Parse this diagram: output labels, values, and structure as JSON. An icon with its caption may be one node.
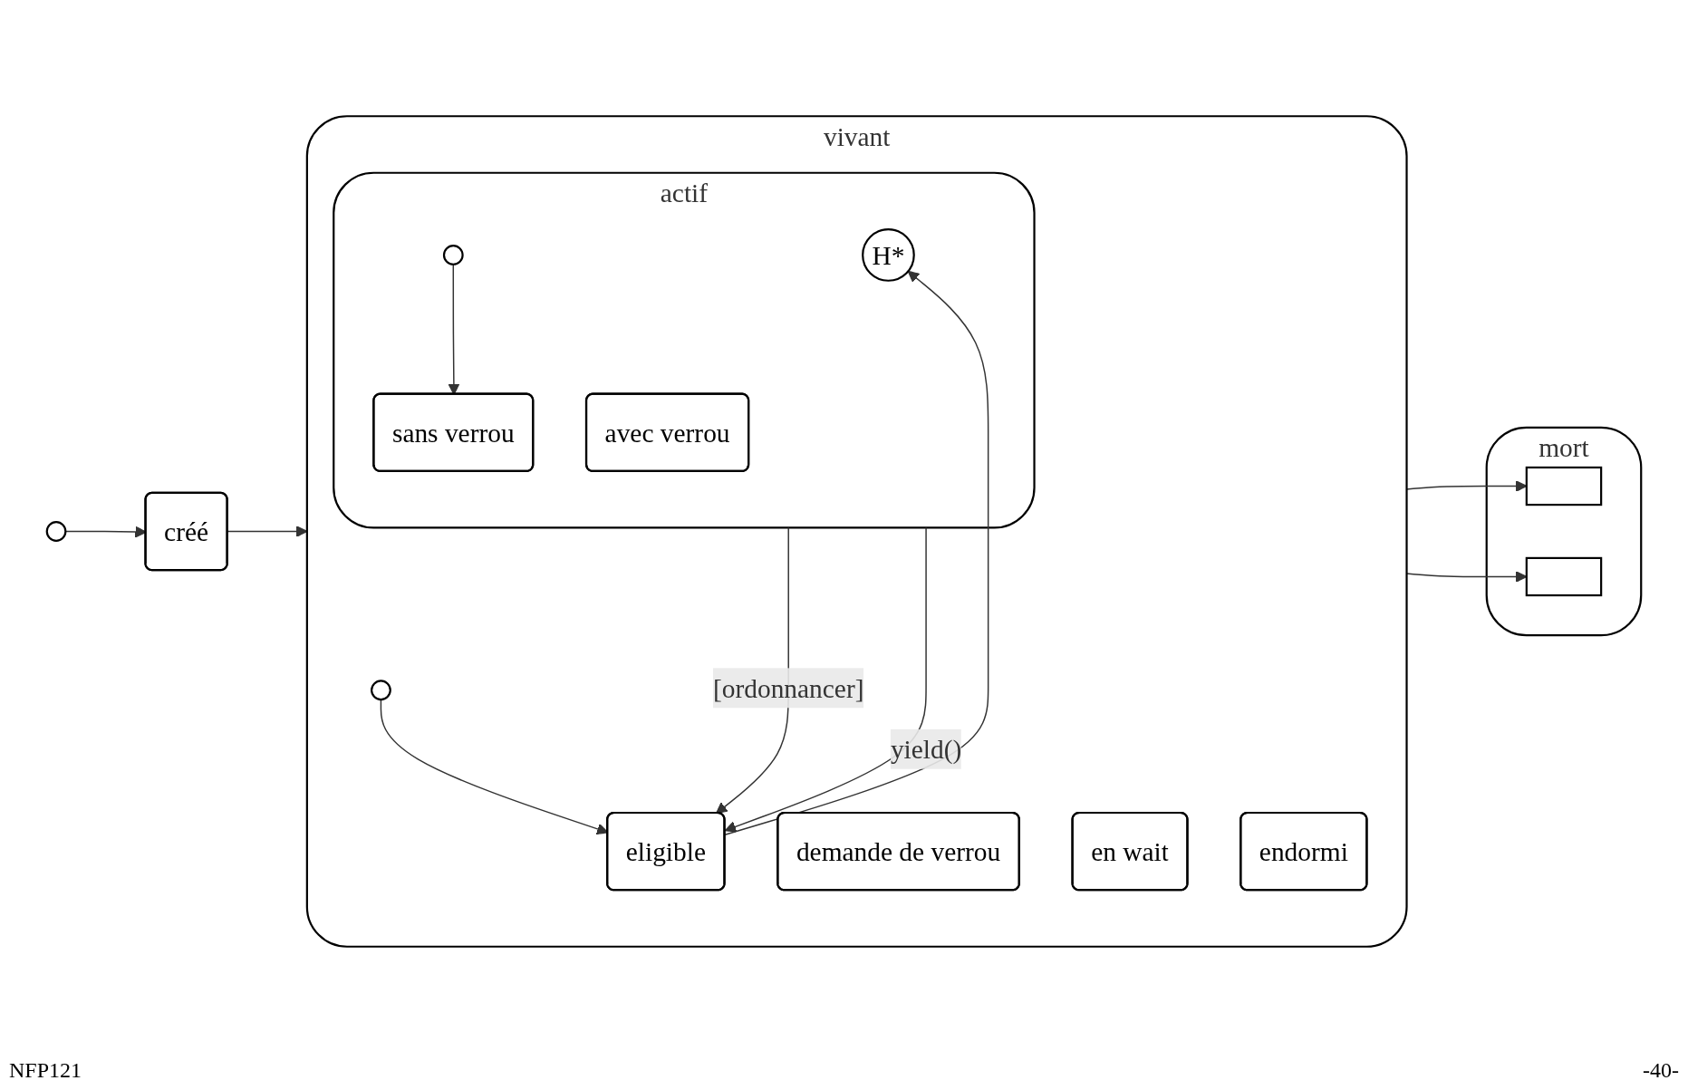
{
  "diagram": {
    "nodes": [
      {
        "text": [],
        "shape": "circle"
      },
      {
        "text": [
          "créé"
        ]
      },
      {
        "text": [
          "vivant"
        ]
      },
      {
        "text": [
          "demande de verrou"
        ],
        "in": 2
      },
      {
        "text": [
          "en wait"
        ],
        "in": 2
      },
      {
        "text": [],
        "shape": "circle",
        "in": 2
      },
      {
        "text": [
          "eligible"
        ],
        "in": 2
      },
      {
        "text": [
          "actif"
        ],
        "in": 2
      },
      {
        "text": [
          "H*"
        ],
        "in": 7
      },
      {
        "text": [
          "avec verrou"
        ],
        "in": 7
      },
      {
        "text": [],
        "shape": "circle",
        "in": 7
      },
      {
        "text": [
          "sans verrou"
        ],
        "in": 7
      },
      {
        "text": [
          "endormi"
        ],
        "in": 2
      },
      {
        "text": [
          "mort"
        ]
      },
      {
        "text": [],
        "shape": "box",
        "in": 13
      },
      {
        "text": [],
        "shape": "box",
        "in": 13
      }
    ],
    "edges": [
      {
        "from": 0,
        "to": 1,
        "arrow": "to"
      },
      {
        "from": 1,
        "to": 2,
        "arrow": "to"
      },
      {
        "from": 5,
        "to": 6,
        "arrow": "to"
      },
      {
        "from": 6,
        "to": 8,
        "arrow": "to"
      },
      {
        "from": 7,
        "to": 6,
        "arrow": "to",
        "label": "[ordonnancer]"
      },
      {
        "from": 7,
        "to": 6,
        "arrow": "to",
        "label": "yield()"
      },
      {
        "from": 10,
        "to": 11,
        "arrow": "to"
      },
      {
        "from": 2,
        "to": 14,
        "arrow": "to"
      },
      {
        "from": 2,
        "to": 15,
        "arrow": "to"
      }
    ],
    "labels": [
      "NFP121",
      "-40-"
    ]
  }
}
